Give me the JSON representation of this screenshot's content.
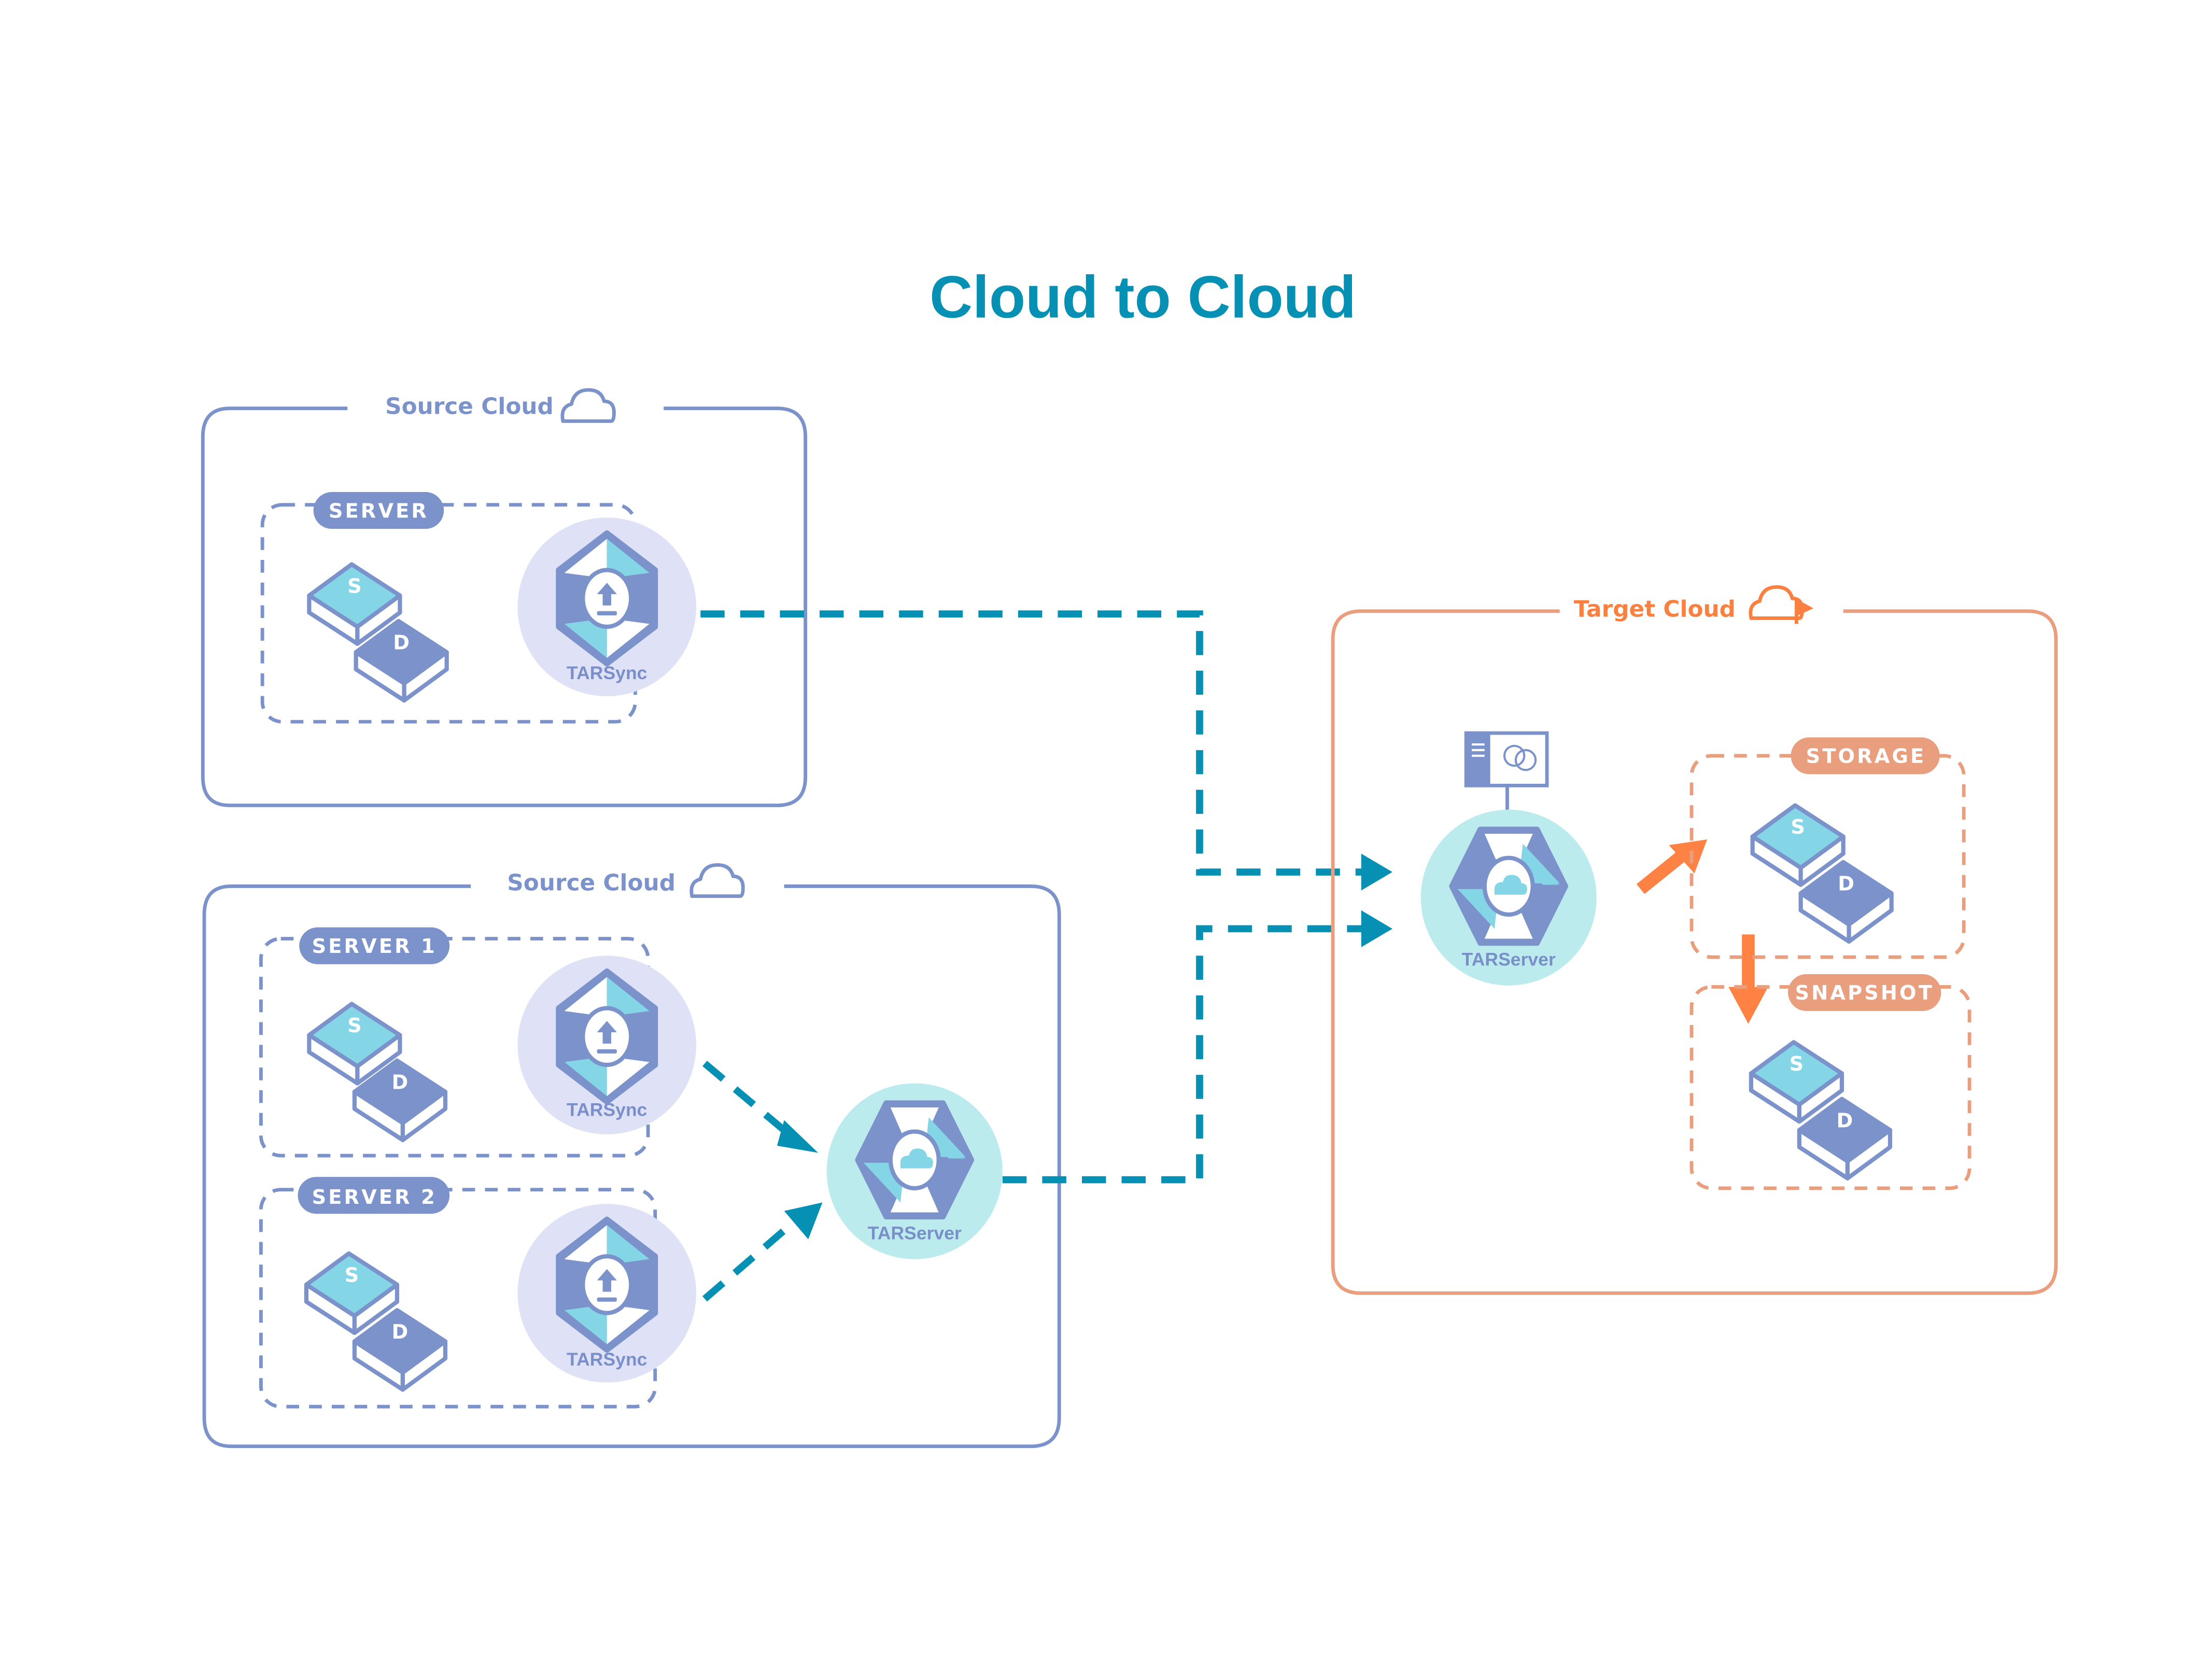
{
  "title": "Cloud to Cloud",
  "colors": {
    "source": "#7b92cb",
    "source_light": "#dfe2f6",
    "target": "#e99e7e",
    "target_text": "#fa8040",
    "teal": "#0590b4",
    "cyan": "#84d6e6",
    "cyan_light": "#bcebee",
    "orange_arrow": "#fd8243"
  },
  "source_cloud_1": {
    "label": "Source Cloud",
    "icon": "cloud-icon",
    "server": {
      "label": "SERVER",
      "disks": [
        {
          "letter": "S"
        },
        {
          "letter": "D"
        }
      ],
      "agent": {
        "label": "TARSync",
        "icon": "upload-hexagon-icon"
      }
    }
  },
  "source_cloud_2": {
    "label": "Source Cloud",
    "icon": "cloud-icon",
    "servers": [
      {
        "label": "SERVER 1",
        "disks": [
          {
            "letter": "S"
          },
          {
            "letter": "D"
          }
        ],
        "agent": {
          "label": "TARSync"
        }
      },
      {
        "label": "SERVER 2",
        "disks": [
          {
            "letter": "S"
          },
          {
            "letter": "D"
          }
        ],
        "agent": {
          "label": "TARSync"
        }
      }
    ],
    "relay": {
      "label": "TARServer",
      "icon": "cloud-hexagon-icon"
    }
  },
  "target_cloud": {
    "label": "Target Cloud",
    "icon": "cloud-flag-icon",
    "server": {
      "label": "TARServer",
      "icon": "cloud-hexagon-icon",
      "console_icon": "brain-console-icon"
    },
    "storage": {
      "label": "STORAGE",
      "disks": [
        {
          "letter": "S"
        },
        {
          "letter": "D"
        }
      ]
    },
    "snapshot": {
      "label": "SNAPSHOT",
      "disks": [
        {
          "letter": "S"
        },
        {
          "letter": "D"
        }
      ]
    }
  }
}
